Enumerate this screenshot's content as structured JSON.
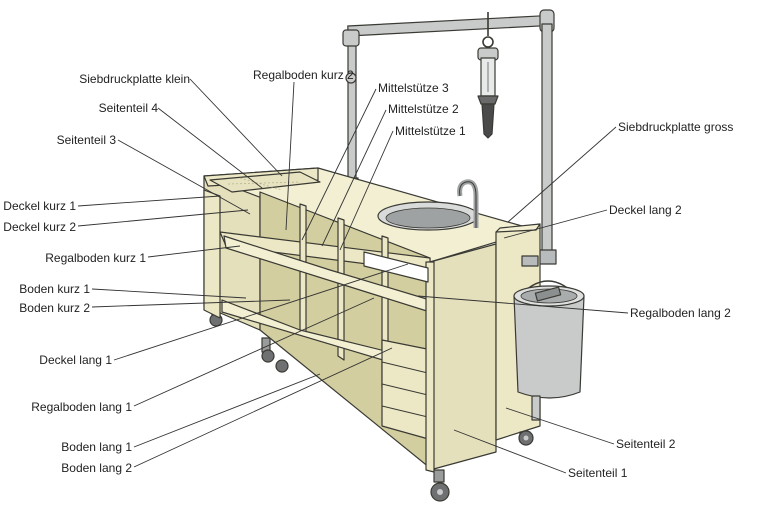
{
  "colors": {
    "wood_front": "#ece8c6",
    "wood_top": "#f2efd3",
    "wood_shade": "#ddd8ae",
    "wood_inner": "#d3ce9f",
    "metal": "#c9cbcb",
    "metal_dark": "#8c8f90",
    "outline": "#3a3a34"
  },
  "labels": {
    "siebdruckplatte_klein": "Siebdruckplatte klein",
    "seitenteil_4": "Seitenteil 4",
    "seitenteil_3": "Seitenteil 3",
    "deckel_kurz_1": "Deckel kurz 1",
    "deckel_kurz_2": "Deckel kurz 2",
    "regalboden_kurz_1": "Regalboden kurz 1",
    "boden_kurz_1": "Boden kurz 1",
    "boden_kurz_2": "Boden kurz 2",
    "deckel_lang_1": "Deckel lang 1",
    "regalboden_lang_1": "Regalboden lang 1",
    "boden_lang_1": "Boden lang 1",
    "boden_lang_2": "Boden lang 2",
    "regalboden_kurz_2": "Regalboden kurz 2",
    "mittelstuetze_3": "Mittelstütze 3",
    "mittelstuetze_2": "Mittelstütze 2",
    "mittelstuetze_1": "Mittelstütze 1",
    "siebdruckplatte_gross": "Siebdruckplatte gross",
    "deckel_lang_2": "Deckel lang 2",
    "regalboden_lang_2": "Regalboden lang 2",
    "seitenteil_2": "Seitenteil 2",
    "seitenteil_1": "Seitenteil 1"
  }
}
